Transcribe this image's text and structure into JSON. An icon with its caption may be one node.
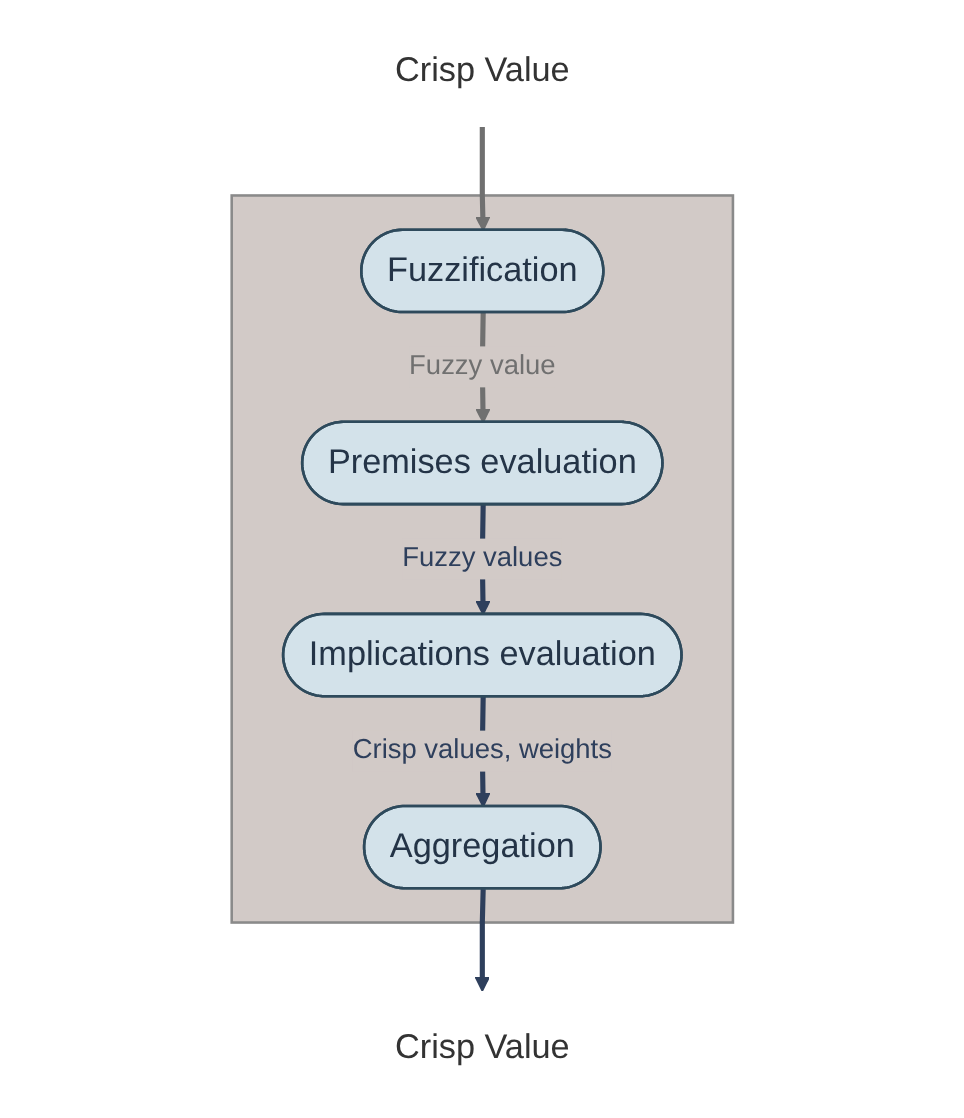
{
  "diagram": {
    "nodes": [
      {
        "text": [
          "Crisp Value"
        ]
      },
      {
        "text": [],
        "shape": "box"
      },
      {
        "text": [
          "Fuzzification"
        ],
        "in": 1
      },
      {
        "text": [
          "Premises evaluation"
        ],
        "in": 1
      },
      {
        "text": [
          "Implications evaluation"
        ],
        "in": 1
      },
      {
        "text": [
          "Aggregation"
        ],
        "in": 1
      },
      {
        "text": [
          "Crisp Value"
        ]
      }
    ],
    "edges": [
      {
        "from": 0,
        "to": 2,
        "arrow": "to",
        "color": "#707070"
      },
      {
        "from": 2,
        "to": 3,
        "label": "Fuzzy value",
        "arrow": "to",
        "color": "#707070"
      },
      {
        "from": 3,
        "to": 4,
        "label": "Fuzzy values",
        "arrow": "to"
      },
      {
        "from": 4,
        "to": 5,
        "label": "Crisp values, weights",
        "arrow": "to"
      },
      {
        "from": 5,
        "to": 6,
        "arrow": "to"
      }
    ]
  }
}
